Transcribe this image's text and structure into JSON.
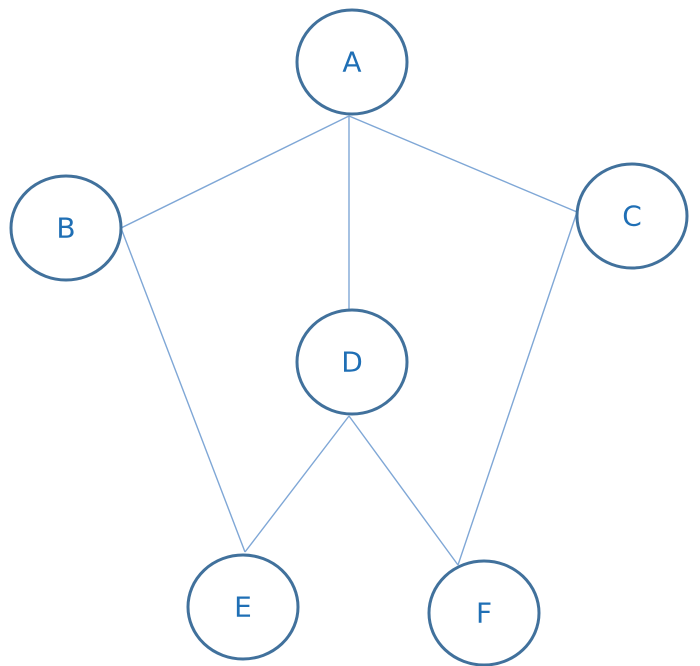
{
  "colors": {
    "edge": "#7FA7D6",
    "node_border": "#41719C",
    "label": "#1F6FB5"
  },
  "nodes": [
    {
      "id": "A",
      "label": "A"
    },
    {
      "id": "B",
      "label": "B"
    },
    {
      "id": "C",
      "label": "C"
    },
    {
      "id": "D",
      "label": "D"
    },
    {
      "id": "E",
      "label": "E"
    },
    {
      "id": "F",
      "label": "F"
    }
  ],
  "edges": [
    {
      "from": "A",
      "to": "B"
    },
    {
      "from": "A",
      "to": "C"
    },
    {
      "from": "A",
      "to": "D"
    },
    {
      "from": "B",
      "to": "E"
    },
    {
      "from": "D",
      "to": "E"
    },
    {
      "from": "D",
      "to": "F"
    },
    {
      "from": "C",
      "to": "F"
    }
  ]
}
